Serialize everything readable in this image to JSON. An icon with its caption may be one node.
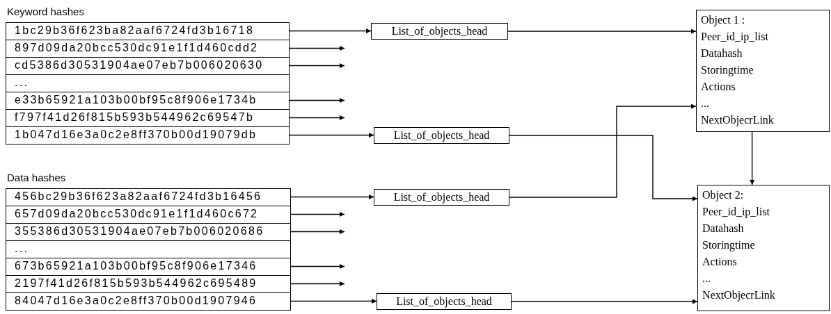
{
  "diagram": {
    "nodes": [
      {
        "text": [
          "Keyword hashes"
        ]
      },
      {
        "text": [
          "1bc29b36f623ba82aaf6724fd3b16718"
        ],
        "in": 0
      },
      {
        "text": [
          "897d09da20bcc530dc91e1f1d460cdd2"
        ],
        "in": 0
      },
      {
        "text": [
          "cd5386d30531904ae07eb7b006020630"
        ],
        "in": 0
      },
      {
        "text": [
          "..."
        ],
        "in": 0
      },
      {
        "text": [
          "e33b65921a103b00bf95c8f906e1734b"
        ],
        "in": 0
      },
      {
        "text": [
          "f797f41d26f815b593b544962c69547b"
        ],
        "in": 0
      },
      {
        "text": [
          "1b047d16e3a0c2e8ff370b00d19079db"
        ],
        "in": 0
      },
      {
        "text": [
          "Data hashes"
        ]
      },
      {
        "text": [
          "456bc29b36f623a82aaf6724fd3b16456"
        ],
        "in": 8
      },
      {
        "text": [
          "657d09da20bcc530dc91e1f1d460c672"
        ],
        "in": 8
      },
      {
        "text": [
          "355386d30531904ae07eb7b006020686"
        ],
        "in": 8
      },
      {
        "text": [
          "..."
        ],
        "in": 8
      },
      {
        "text": [
          "673b65921a103b00bf95c8f906e17346"
        ],
        "in": 8
      },
      {
        "text": [
          "2197f41d26f815b593b544962c695489"
        ],
        "in": 8
      },
      {
        "text": [
          "84047d16e3a0c2e8ff370b00d1907946"
        ],
        "in": 8
      },
      {
        "text": [
          "List_of_objects_head"
        ]
      },
      {
        "text": [
          "List_of_objects_head"
        ]
      },
      {
        "text": [
          "List_of_objects_head"
        ]
      },
      {
        "text": [
          "List_of_objects_head"
        ]
      },
      {
        "text": [
          "Object 1 :",
          "Peer_id_ip_list",
          "Datahash",
          "Storingtime",
          "Actions",
          "...",
          "NextObjecrLink"
        ]
      },
      {
        "text": [
          "Object 2:",
          "Peer_id_ip_list",
          "Datahash",
          "Storingtime",
          "Actions",
          "...",
          "NextObjecrLink"
        ]
      }
    ],
    "edges": [
      {
        "from": 1,
        "to": 16,
        "arrow": "to"
      },
      {
        "from": 2,
        "to": null,
        "arrow": "to"
      },
      {
        "from": 3,
        "to": null,
        "arrow": "to"
      },
      {
        "from": 5,
        "to": null,
        "arrow": "to"
      },
      {
        "from": 6,
        "to": null,
        "arrow": "to"
      },
      {
        "from": 7,
        "to": 17,
        "arrow": "to"
      },
      {
        "from": 9,
        "to": 18,
        "arrow": "to"
      },
      {
        "from": 10,
        "to": null,
        "arrow": "to"
      },
      {
        "from": 11,
        "to": null,
        "arrow": "to"
      },
      {
        "from": 13,
        "to": null,
        "arrow": "to"
      },
      {
        "from": 14,
        "to": null,
        "arrow": "to"
      },
      {
        "from": 15,
        "to": 19,
        "arrow": "to"
      },
      {
        "from": 16,
        "to": 20,
        "arrow": "to"
      },
      {
        "from": 17,
        "to": 21,
        "arrow": "to"
      },
      {
        "from": 18,
        "to": 20,
        "arrow": "to"
      },
      {
        "from": 20,
        "to": 21,
        "arrow": "to"
      },
      {
        "from": 19,
        "to": 21,
        "arrow": "to"
      }
    ]
  }
}
